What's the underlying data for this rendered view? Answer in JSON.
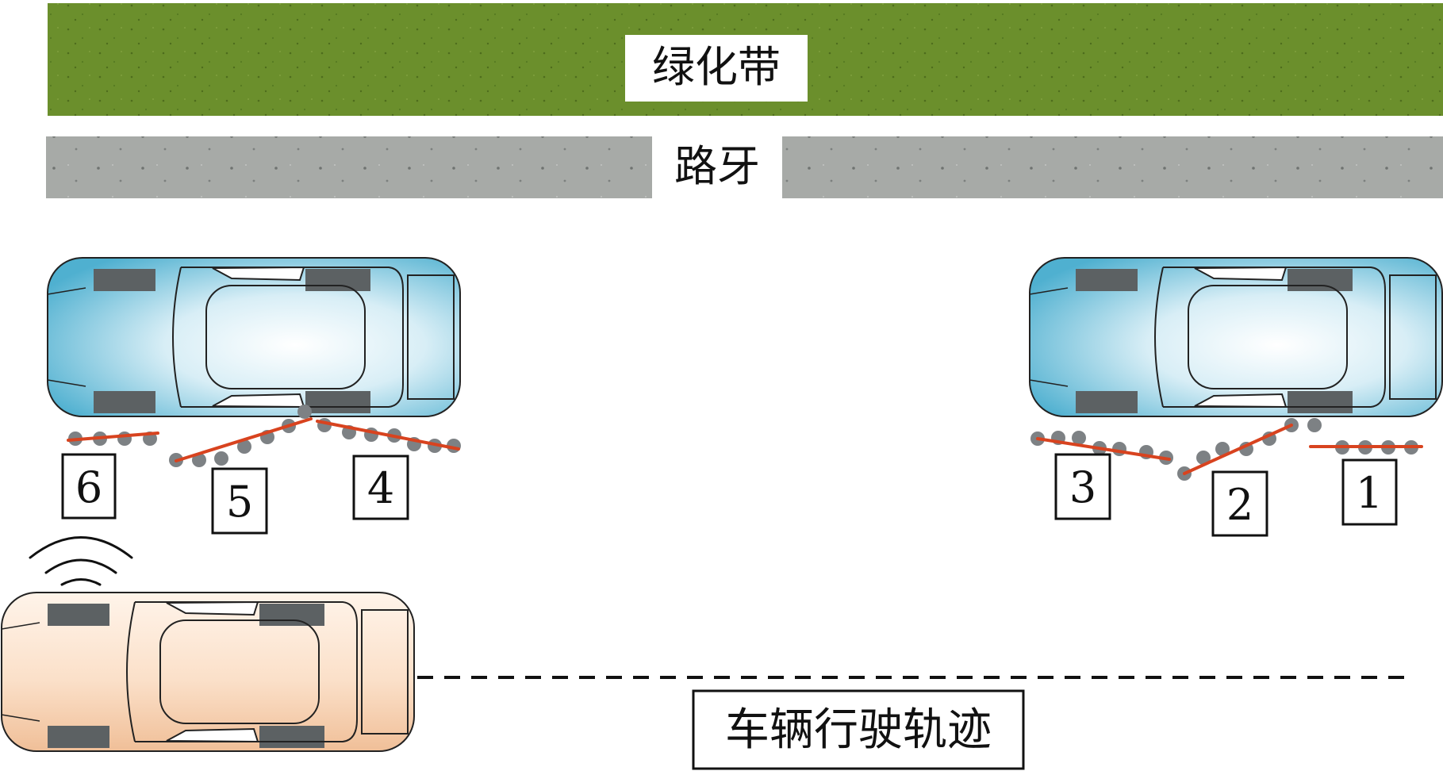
{
  "labels": {
    "green_belt": "绿化带",
    "curb": "路牙",
    "trajectory": "车辆行驶轨迹"
  },
  "segments": [
    "1",
    "2",
    "3",
    "4",
    "5",
    "6"
  ],
  "colors": {
    "green_belt": "#6b8f2c",
    "curb": "#a7aaa7",
    "parked_car_body": "#5ab6d4",
    "ego_car_body": "#f3c9a6",
    "wheel": "#5c6163",
    "fit_line": "#d8431f",
    "echo_point": "#7d8184",
    "trajectory_line": "#111111"
  },
  "icons": {
    "sensor": "radar-wave-icon"
  }
}
